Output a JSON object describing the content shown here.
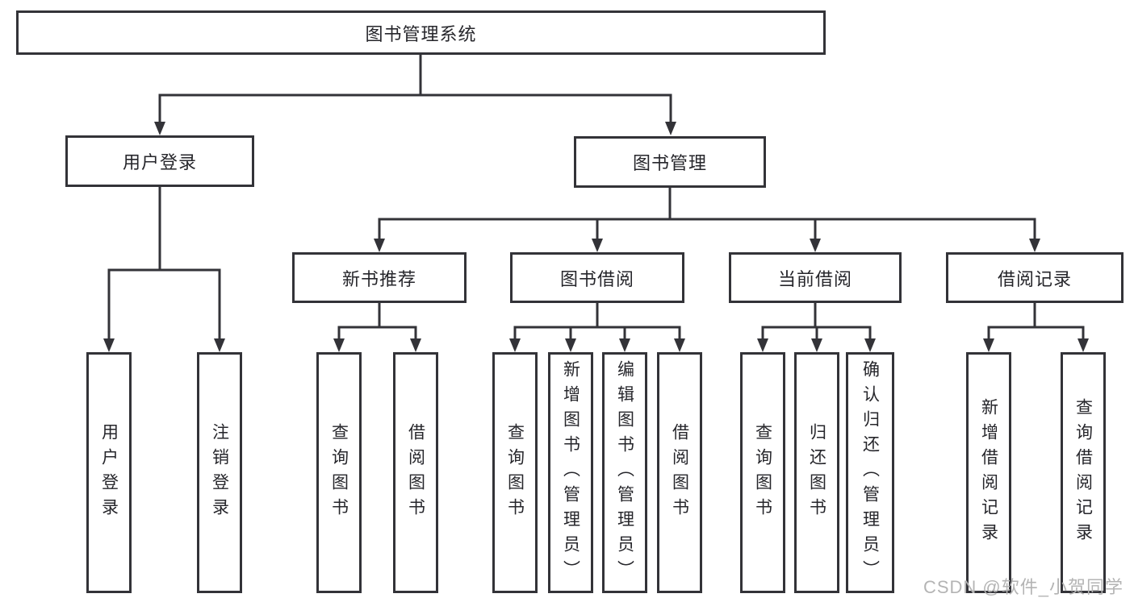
{
  "nodes": {
    "root": "图书管理系统",
    "level2": {
      "user_login": "用户登录",
      "book_mgmt": "图书管理"
    },
    "level3": {
      "new_book_rec": "新书推荐",
      "book_borrow": "图书借阅",
      "current_borrow": "当前借阅",
      "borrow_record": "借阅记录"
    },
    "leaves": {
      "user_login": [
        "用户登录",
        "注销登录"
      ],
      "new_book_rec": [
        "查询图书",
        "借阅图书"
      ],
      "book_borrow": [
        "查询图书",
        "新增图书（管理员）",
        "编辑图书（管理员）",
        "借阅图书"
      ],
      "current_borrow": [
        "查询图书",
        "归还图书",
        "确认归还（管理员）"
      ],
      "borrow_record": [
        "新增借阅记录",
        "查询借阅记录"
      ]
    }
  },
  "watermark": "CSDN @软件_小贺同学",
  "colors": {
    "line": "#333338",
    "box_border": "#333338",
    "text": "#26262b",
    "watermark": "#b4b4b4",
    "background": "#ffffff"
  }
}
